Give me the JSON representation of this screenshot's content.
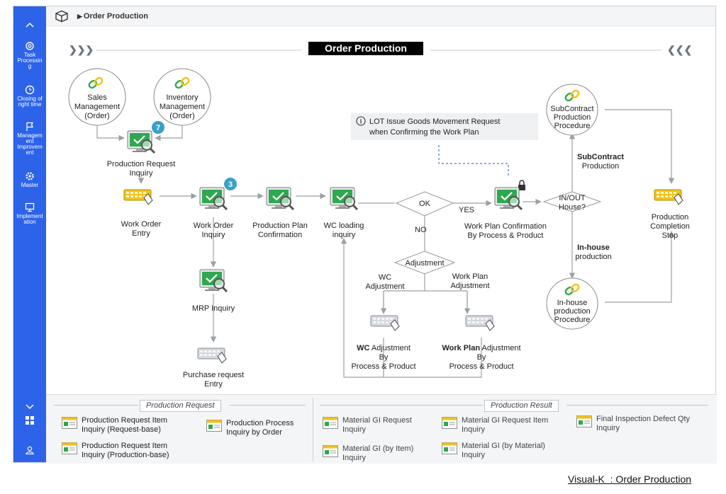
{
  "sidebar": {
    "items": [
      {
        "label": "Task Processing",
        "lines": [
          "Task",
          "Processin",
          "g"
        ],
        "icon": "gear-icon"
      },
      {
        "label": "Closing of right time",
        "lines": [
          "Closing of",
          "right time"
        ],
        "icon": "clock-icon"
      },
      {
        "label": "Management Improvement",
        "lines": [
          "Managem",
          "ent",
          "Improvem",
          "ent"
        ],
        "icon": "flag-icon"
      },
      {
        "label": "Master",
        "lines": [
          "Master"
        ],
        "icon": "settings-icon"
      },
      {
        "label": "Implementation",
        "lines": [
          "Implement",
          "ation"
        ],
        "icon": "monitor-icon"
      }
    ]
  },
  "header": {
    "breadcrumb": "Order Production"
  },
  "diagram": {
    "title": "Order Production",
    "note": [
      "LOT Issue Goods Movement Request",
      "when Confirming the Work Plan"
    ],
    "nodes": {
      "sales": [
        "Sales",
        "Management",
        "(Order)"
      ],
      "inventory": [
        "Inventory",
        "Management",
        "(Order)"
      ],
      "prod_req": [
        "Production Request",
        "Inquiry"
      ],
      "wo_entry": [
        "Work Order",
        "Entry"
      ],
      "wo_inquiry": [
        "Work Order",
        "Inquiry"
      ],
      "plan_confirm": [
        "Production Plan",
        "Confirmation"
      ],
      "wc_loading": [
        "WC loading",
        "inquiry"
      ],
      "mrp": [
        "MRP Inquiry"
      ],
      "purchase": [
        "Purchase request",
        "Entry"
      ],
      "ok": "OK",
      "yes": "YES",
      "no": "NO",
      "adjustment": "Adjustment",
      "wc_adj_branch": [
        "WC",
        "Adjustment"
      ],
      "wp_adj_branch": [
        "Work Plan",
        "Adjustment"
      ],
      "wc_adj_title_bold": "WC",
      "wc_adj_title_rest": " Adjustment",
      "wc_adj_sub": [
        "By",
        "Process & Product"
      ],
      "wp_adj_title_bold": "Work Plan",
      "wp_adj_title_rest": " Adjustment",
      "wp_adj_sub": [
        "By",
        "Process & Product"
      ],
      "wp_confirm": [
        "Work Plan Confirmation",
        "By Process & Product"
      ],
      "inout": [
        "IN/OUT",
        "House?"
      ],
      "subcontract_bold": "SubContract",
      "subcontract_rest": "Production",
      "inhouse_bold": "In-house",
      "inhouse_rest": "production",
      "subcontract_proc": [
        "SubContract",
        "Production",
        "Procedure"
      ],
      "inhouse_proc": [
        "In-house",
        "production",
        "Procedure"
      ],
      "completion": [
        "Production",
        "Completion",
        "Stop"
      ],
      "badge_7": "7",
      "badge_3": "3"
    }
  },
  "bottom": {
    "left_title": "Production Request",
    "right_title": "Production Result",
    "left_items": [
      [
        "Production Request Item",
        "Inquiry (Request-base)"
      ],
      [
        "Production Process",
        "Inquiry by Order"
      ],
      [
        "Production Request Item",
        "Inquiry (Production-base)"
      ]
    ],
    "right_items": [
      [
        "Material GI Request",
        "Inquiry"
      ],
      [
        "Material GI Request Item",
        "Inquiry"
      ],
      [
        "Final Inspection Defect Qty",
        "Inquiry"
      ],
      [
        "Material GI (by Item)",
        "Inquiry"
      ],
      [
        "Material GI (by Material)",
        "Inquiry"
      ]
    ]
  },
  "caption": "Visual-K  : Order Production",
  "colors": {
    "sidebar": "#2c63e9",
    "badge": "#3aa0c8",
    "monitor_screen": "#2fa84f",
    "keyboard": "#f2c21b"
  }
}
